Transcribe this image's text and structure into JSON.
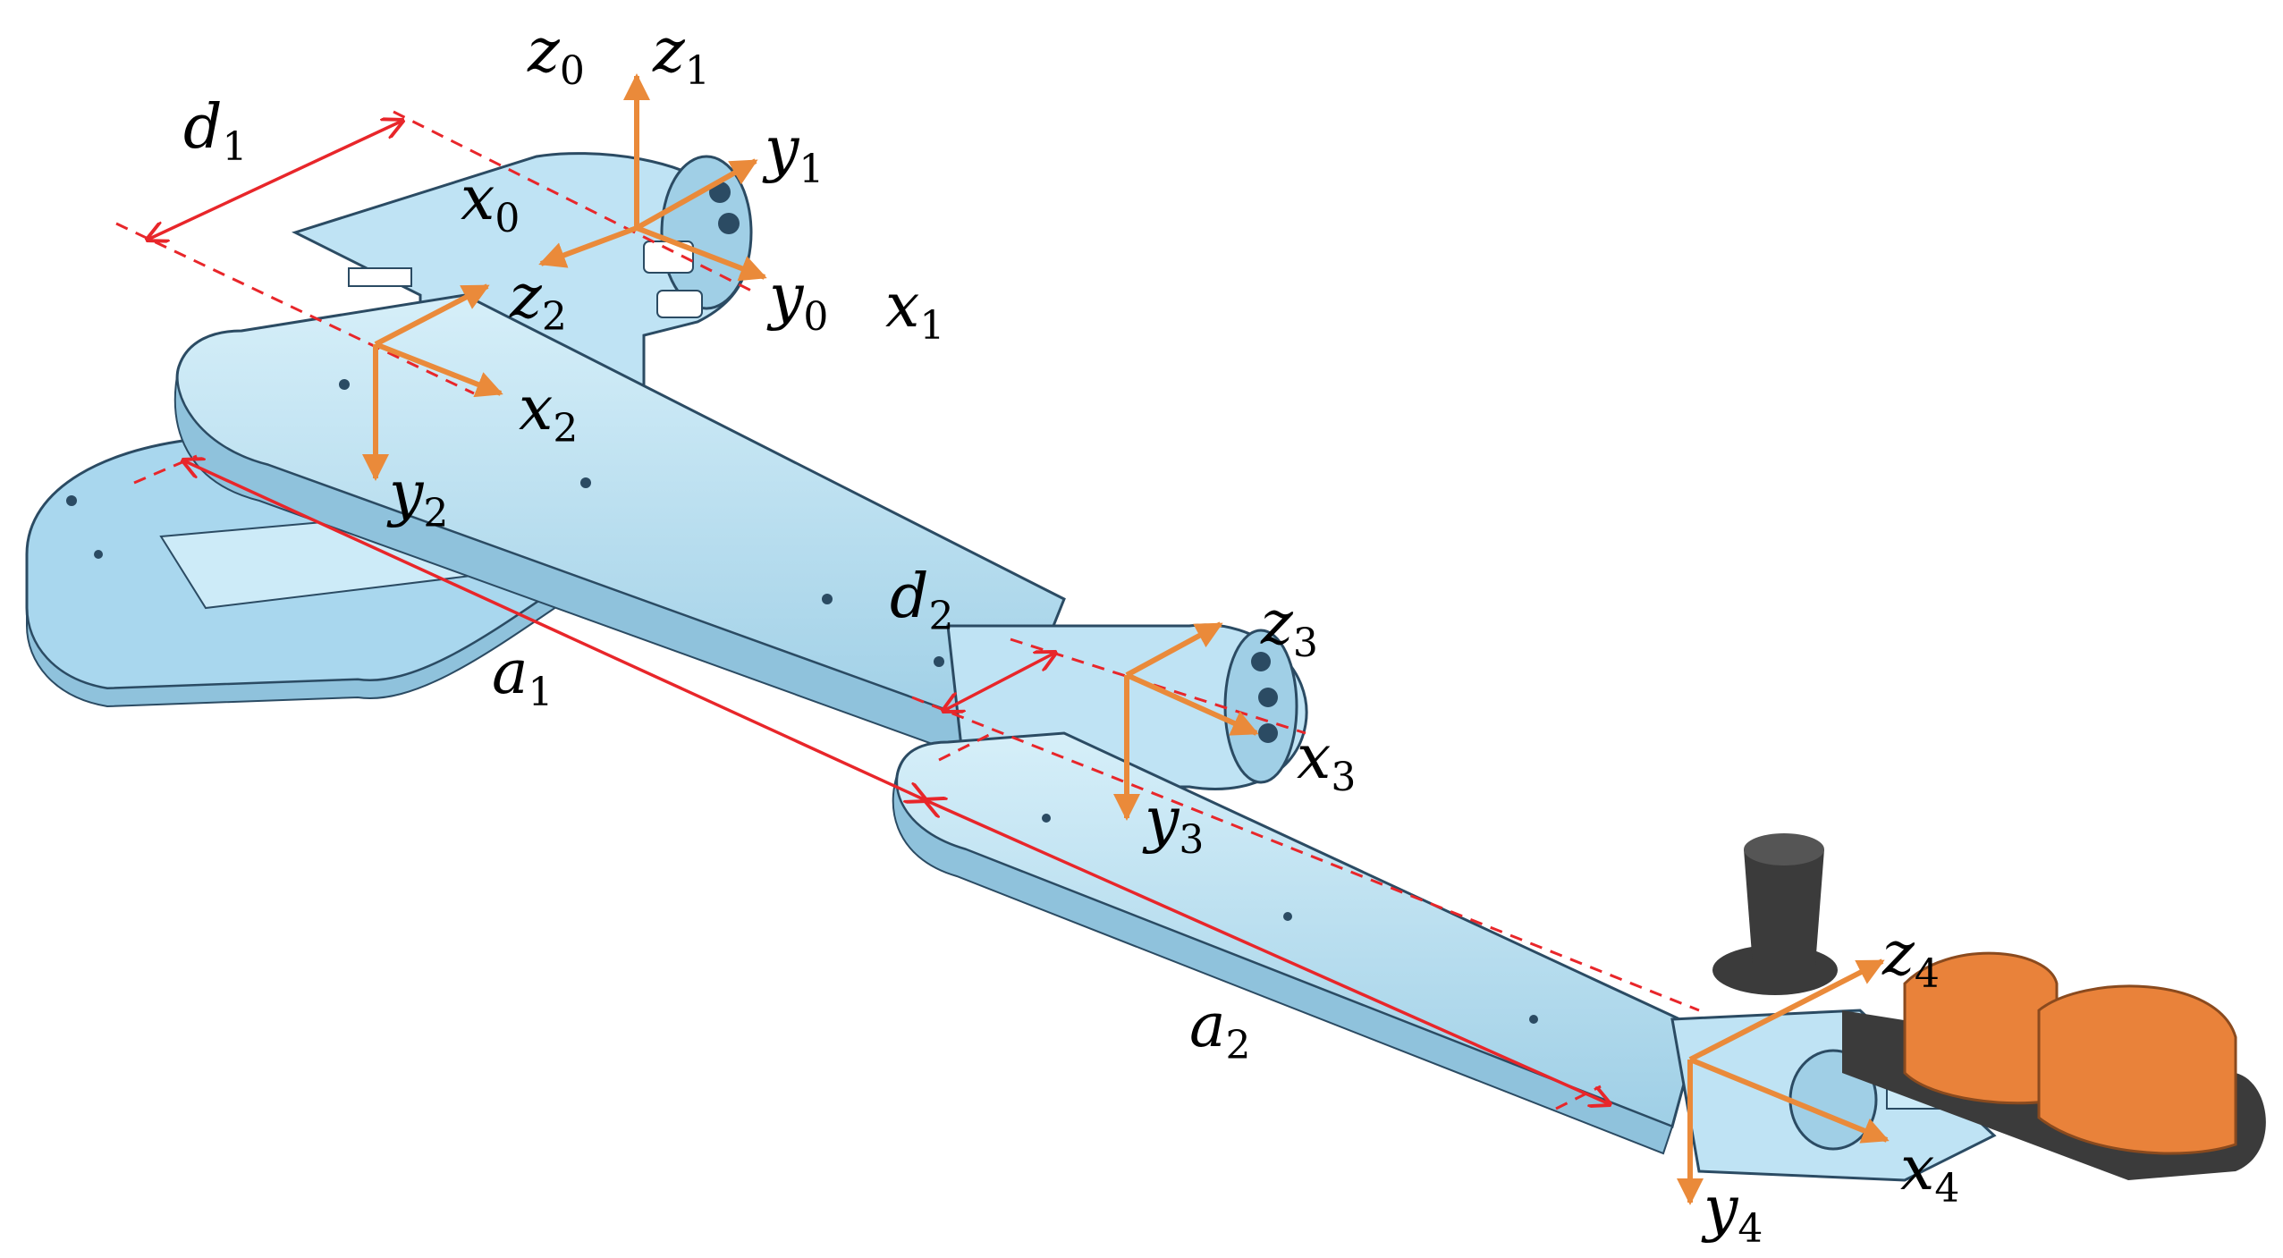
{
  "colors": {
    "body_fill": "#a9d7ee",
    "body_fill_light": "#cdebf8",
    "body_stroke": "#2b4b63",
    "frame_axis": "#ea8a3a",
    "dimension_line": "#e8262a",
    "end_effector_cuff": "#e9823a",
    "end_effector_dark": "#3b3b3b"
  },
  "labels": {
    "z0": {
      "base": "z",
      "sub": "0"
    },
    "z1": {
      "base": "z",
      "sub": "1"
    },
    "y1": {
      "base": "y",
      "sub": "1"
    },
    "x0": {
      "base": "x",
      "sub": "0"
    },
    "y0": {
      "base": "y",
      "sub": "0"
    },
    "x1": {
      "base": "x",
      "sub": "1"
    },
    "z2": {
      "base": "z",
      "sub": "2"
    },
    "x2": {
      "base": "x",
      "sub": "2"
    },
    "y2": {
      "base": "y",
      "sub": "2"
    },
    "d1": {
      "base": "d",
      "sub": "1"
    },
    "a1": {
      "base": "a",
      "sub": "1"
    },
    "d2": {
      "base": "d",
      "sub": "2"
    },
    "z3": {
      "base": "z",
      "sub": "3"
    },
    "x3": {
      "base": "x",
      "sub": "3"
    },
    "y3": {
      "base": "y",
      "sub": "3"
    },
    "a2": {
      "base": "a",
      "sub": "2"
    },
    "z4": {
      "base": "z",
      "sub": "4"
    },
    "x4": {
      "base": "x",
      "sub": "4"
    },
    "y4": {
      "base": "y",
      "sub": "4"
    }
  }
}
